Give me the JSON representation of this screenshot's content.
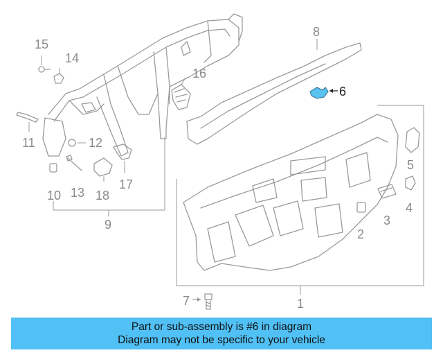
{
  "callouts": {
    "c1": "1",
    "c2": "2",
    "c3": "3",
    "c4": "4",
    "c5": "5",
    "c6": "6",
    "c7": "7",
    "c8": "8",
    "c9": "9",
    "c10": "10",
    "c11": "11",
    "c12": "12",
    "c13": "13",
    "c14": "14",
    "c15": "15",
    "c16": "16",
    "c17": "17",
    "c18": "18"
  },
  "banner": {
    "line1": "Part or sub-assembly is #6 in diagram",
    "line2": "Diagram may not be specific to your vehicle"
  },
  "colors": {
    "highlight_part": "#5bc3f0",
    "banner_bg": "#50c0f5",
    "line_gray": "#9a9a9a"
  },
  "highlighted_part": "6"
}
